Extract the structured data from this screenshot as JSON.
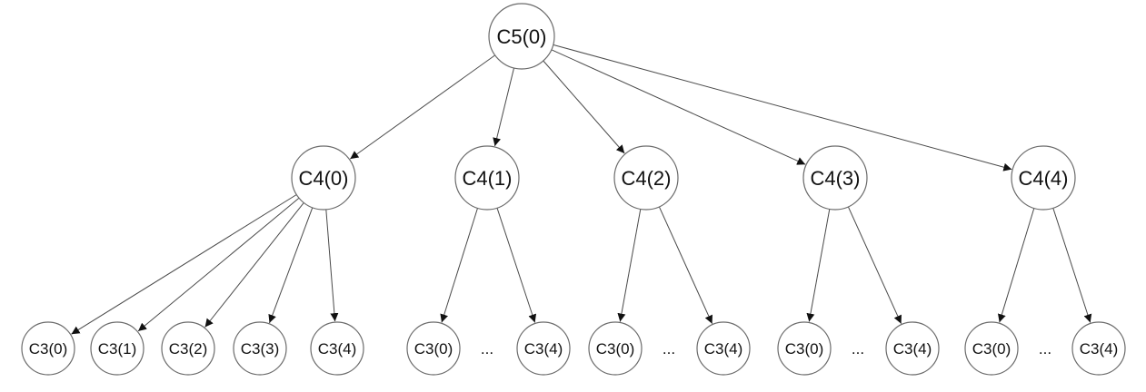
{
  "diagram": {
    "type": "tree",
    "root": {
      "label": "C5(0)"
    },
    "level1": [
      {
        "label": "C4(0)"
      },
      {
        "label": "C4(1)"
      },
      {
        "label": "C4(2)"
      },
      {
        "label": "C4(3)"
      },
      {
        "label": "C4(4)"
      }
    ],
    "level2_groups": [
      {
        "parent": "C4(0)",
        "items": [
          "C3(0)",
          "C3(1)",
          "C3(2)",
          "C3(3)",
          "C3(4)"
        ]
      },
      {
        "parent": "C4(1)",
        "items": [
          "C3(0)",
          "...",
          "C3(4)"
        ]
      },
      {
        "parent": "C4(2)",
        "items": [
          "C3(0)",
          "...",
          "C3(4)"
        ]
      },
      {
        "parent": "C4(3)",
        "items": [
          "C3(0)",
          "...",
          "C3(4)"
        ]
      },
      {
        "parent": "C4(4)",
        "items": [
          "C3(0)",
          "...",
          "C3(4)"
        ]
      }
    ],
    "colors": {
      "node_stroke": "#6b6b6b",
      "edge": "#4a4a4a",
      "text": "#111111",
      "background": "#ffffff"
    }
  }
}
